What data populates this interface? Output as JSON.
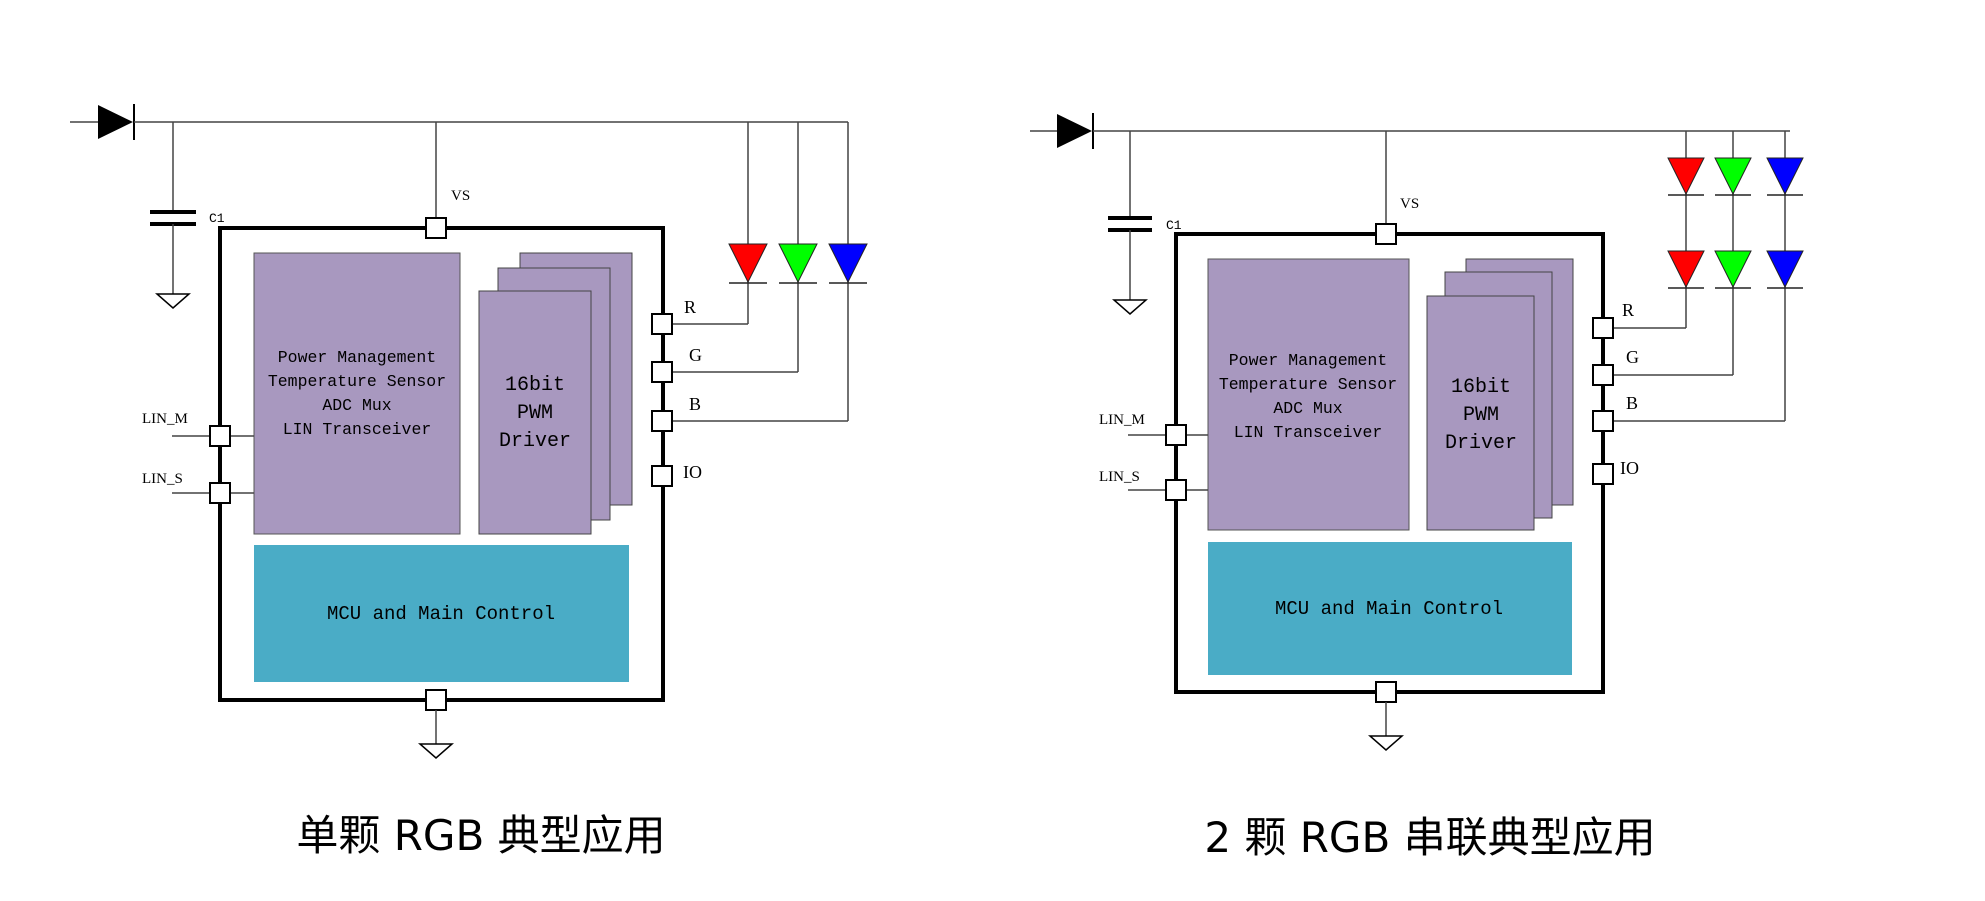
{
  "colors": {
    "chip_block": "#a898bf",
    "mcu_block": "#4aacc6",
    "led_red": "#ff0000",
    "led_green": "#00ff00",
    "led_blue": "#0000ff",
    "wire": "#444444",
    "chip_border": "#000000"
  },
  "left": {
    "caption": "单颗 RGB 典型应用",
    "vs_label": "VS",
    "cap_label": "C1",
    "pins": {
      "r": "R",
      "g": "G",
      "b": "B",
      "io": "IO",
      "lin_m": "LIN_M",
      "lin_s": "LIN_S"
    },
    "power_block": [
      "Power Management",
      "Temperature Sensor",
      "ADC Mux",
      "LIN Transceiver"
    ],
    "pwm_block": [
      "16bit",
      "PWM",
      "Driver"
    ],
    "mcu_block": "MCU and Main Control",
    "led_rows": 1
  },
  "right": {
    "caption": "2 颗 RGB 串联典型应用",
    "vs_label": "VS",
    "cap_label": "C1",
    "pins": {
      "r": "R",
      "g": "G",
      "b": "B",
      "io": "IO",
      "lin_m": "LIN_M",
      "lin_s": "LIN_S"
    },
    "power_block": [
      "Power Management",
      "Temperature Sensor",
      "ADC Mux",
      "LIN Transceiver"
    ],
    "pwm_block": [
      "16bit",
      "PWM",
      "Driver"
    ],
    "mcu_block": "MCU and Main Control",
    "led_rows": 2
  }
}
